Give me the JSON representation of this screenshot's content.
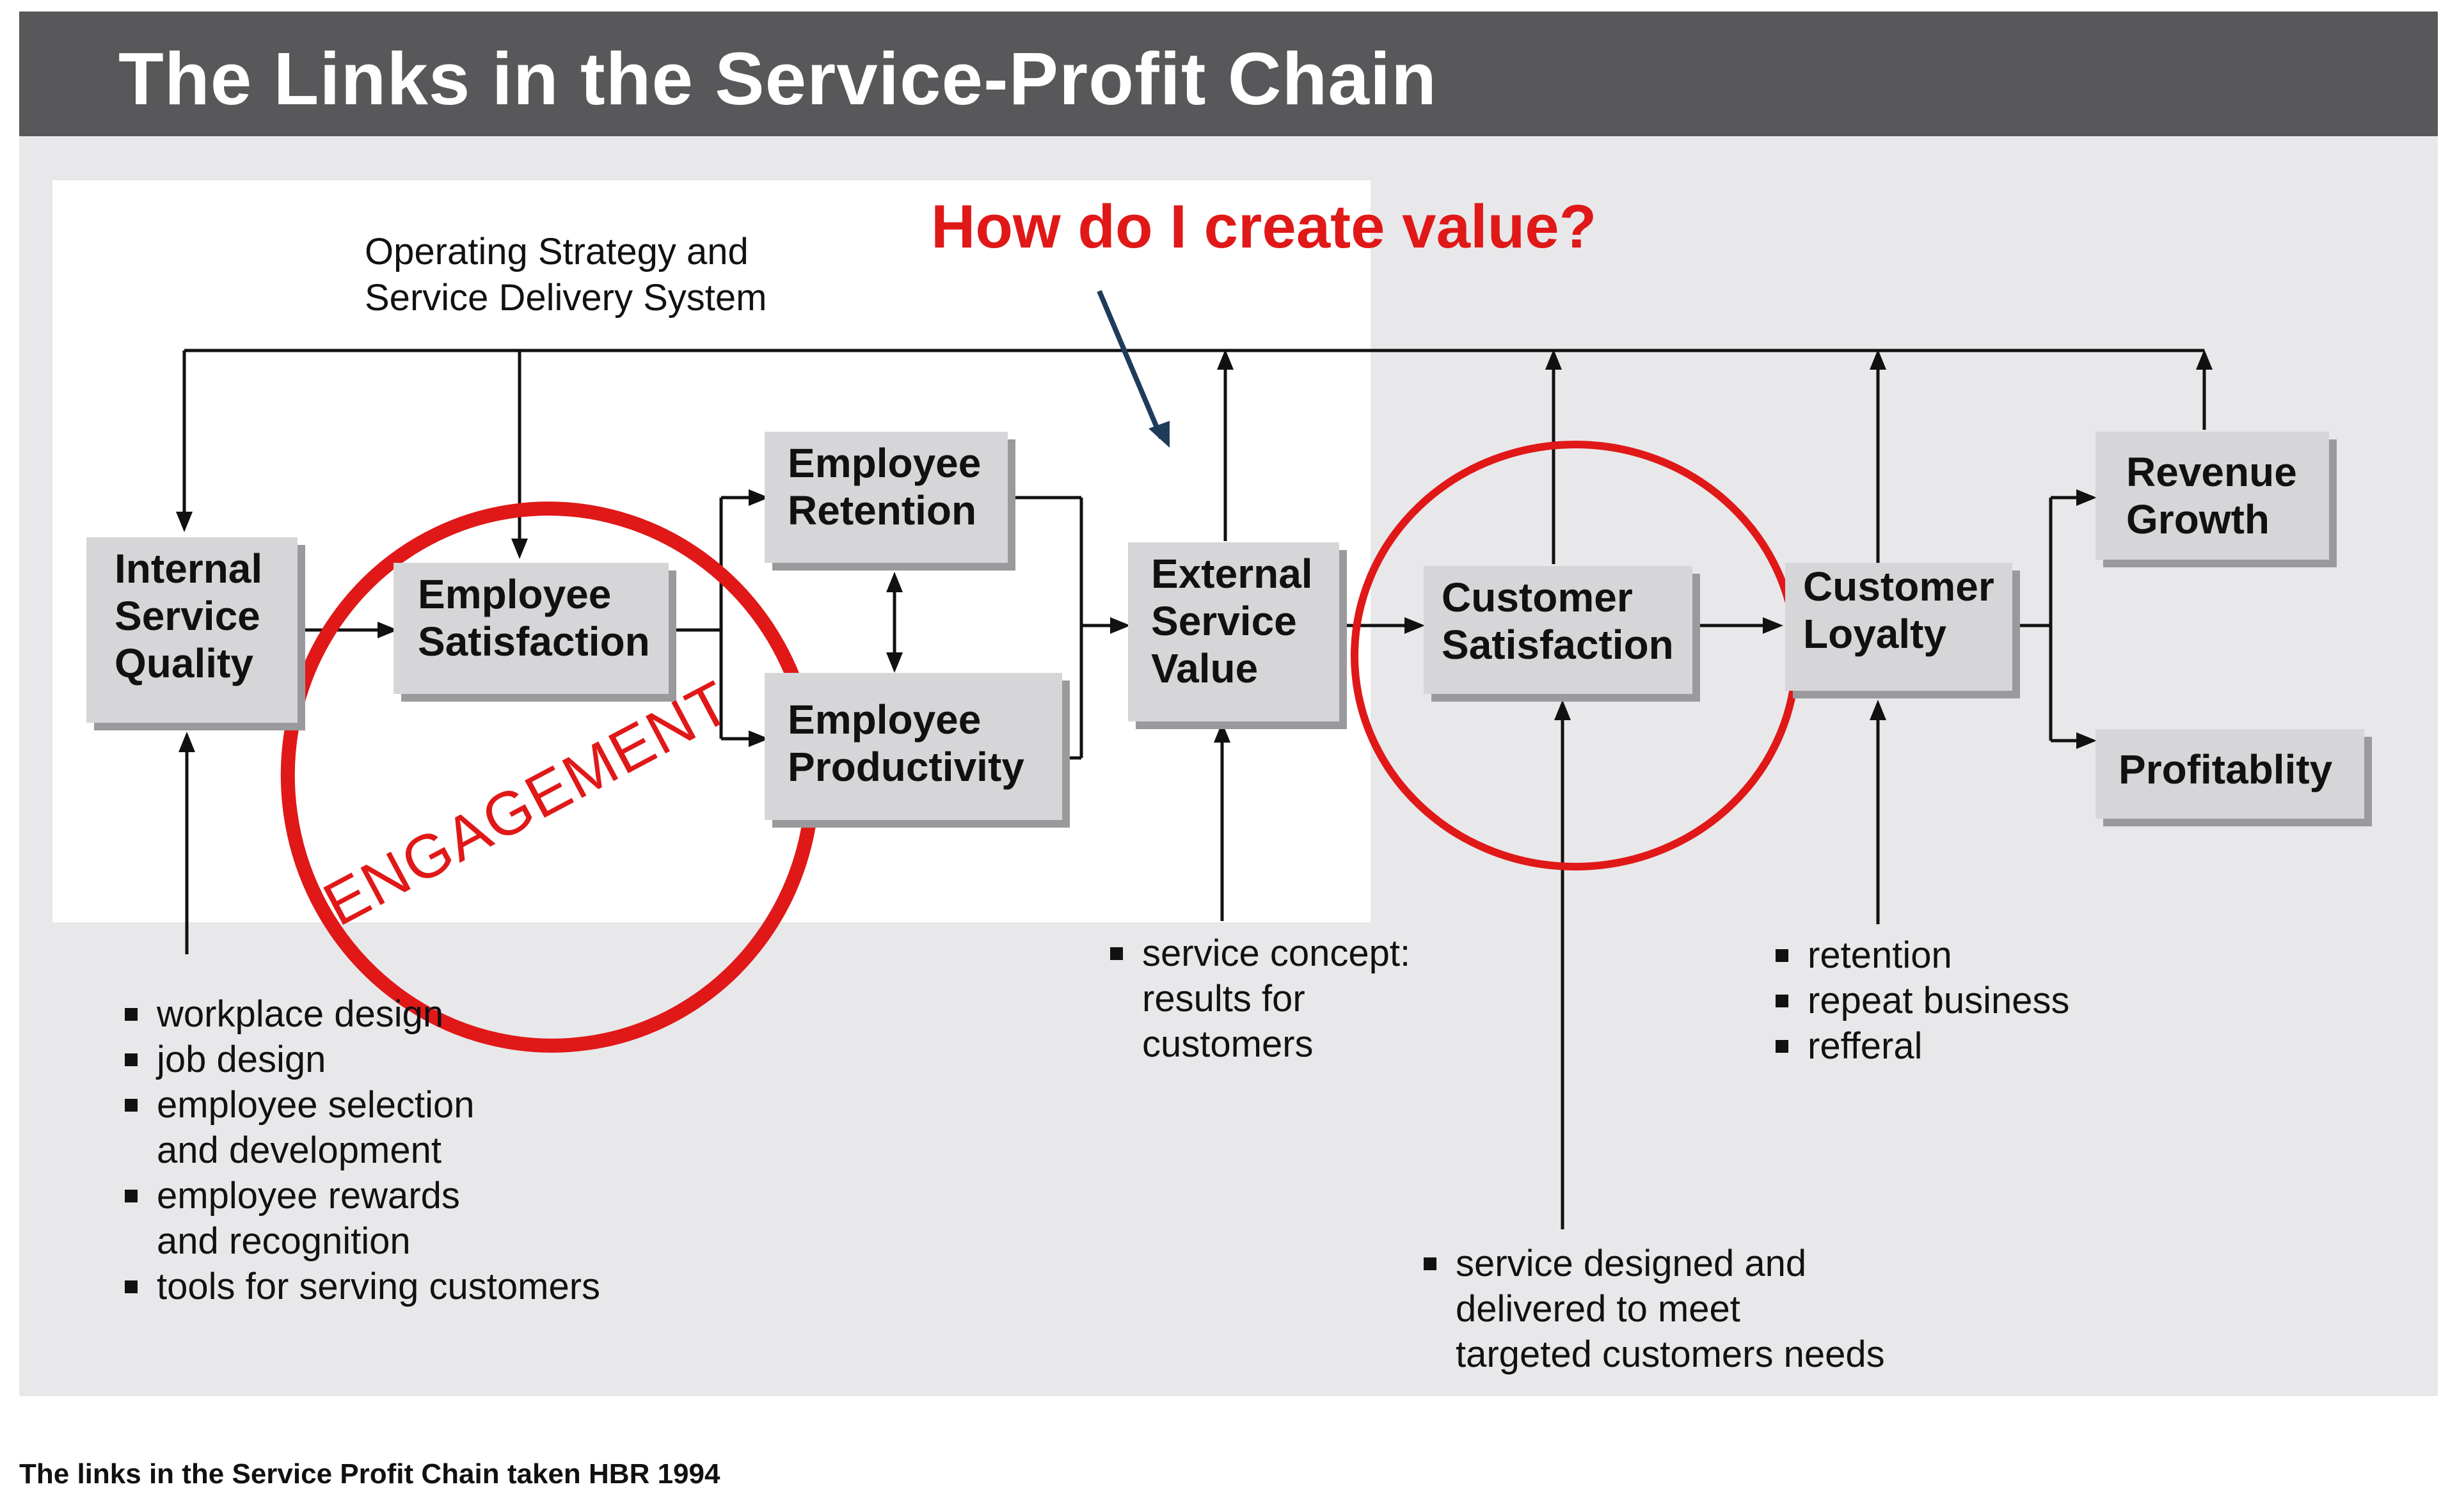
{
  "title": "The Links in the Service-Profit Chain",
  "question": "How do I create value?",
  "engagement_label": "ENGAGEMENT",
  "operating_strategy": [
    "Operating Strategy and",
    "Service Delivery System"
  ],
  "boxes": {
    "internal_service_quality": [
      "Internal",
      "Service",
      "Quality"
    ],
    "employee_satisfaction": [
      "Employee",
      "Satisfaction"
    ],
    "employee_retention": [
      "Employee",
      "Retention"
    ],
    "employee_productivity": [
      "Employee",
      "Productivity"
    ],
    "external_service_value": [
      "External",
      "Service",
      "Value"
    ],
    "customer_satisfaction": [
      "Customer",
      "Satisfaction"
    ],
    "customer_loyalty": [
      "Customer",
      "Loyalty"
    ],
    "revenue_growth": [
      "Revenue",
      "Growth"
    ],
    "profitability": [
      "Profitablity"
    ]
  },
  "bullets_internal": [
    "workplace design",
    "job design",
    "employee selection",
    "and development",
    "employee rewards",
    "and recognition",
    "tools for serving customers"
  ],
  "bullets_external": [
    "service concept:",
    "results for",
    "customers"
  ],
  "bullets_loyalty": [
    "retention",
    "repeat business",
    "refferal"
  ],
  "bullets_satisfaction": [
    "service designed and",
    "delivered to meet",
    "targeted customers needs"
  ],
  "caption": "The links in the Service Profit Chain taken HBR 1994",
  "colors": {
    "header": "#58585a",
    "panel": "#e8e8ea",
    "box": "#d6d6d8",
    "accent_red": "#e01818",
    "arrow_blue": "#1f3b5a"
  }
}
